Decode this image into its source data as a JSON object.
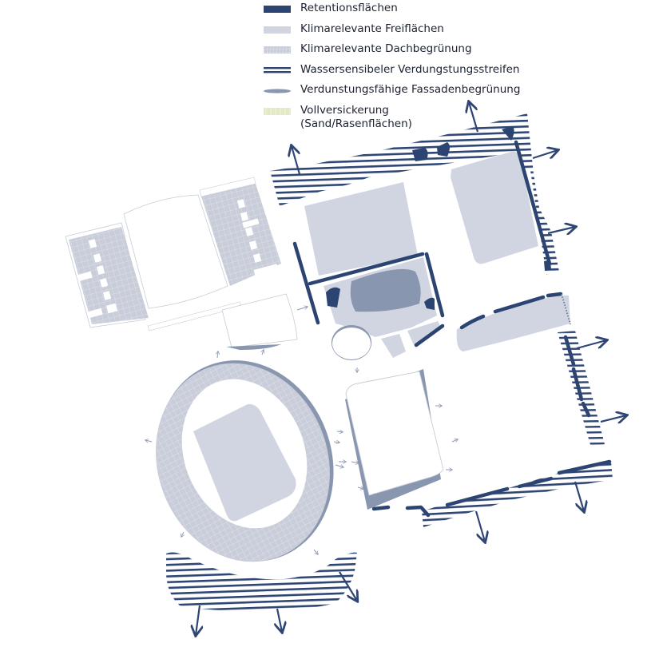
{
  "colors": {
    "retention": "#2c4472",
    "open_space": "#d0d5e1",
    "roof": "#c9cdd9",
    "roof_grid": "#e4e7ee",
    "stripes": "#2f4573",
    "facade": "#8896b0",
    "infiltration": "#e3e8c6",
    "arrow_small": "#8e9ab3",
    "outline": "#c7ccd6"
  },
  "legend": [
    {
      "label": "Retentionsflächen",
      "swatch": "retention-icon"
    },
    {
      "label": "Klimarelevante Freiflächen",
      "swatch": "open-space-icon"
    },
    {
      "label": "Klimarelevante Dachbegrünung",
      "swatch": "roof-greening-icon"
    },
    {
      "label": "Wassersensibeler Verdungstungsstreifen",
      "swatch": "evaporation-strip-icon"
    },
    {
      "label": "Verdunstungsfähige Fassadenbegrünung",
      "swatch": "facade-greening-icon"
    },
    {
      "label": "Vollversickerung",
      "label2": "(Sand/Rasenflächen)",
      "swatch": "infiltration-icon"
    }
  ]
}
